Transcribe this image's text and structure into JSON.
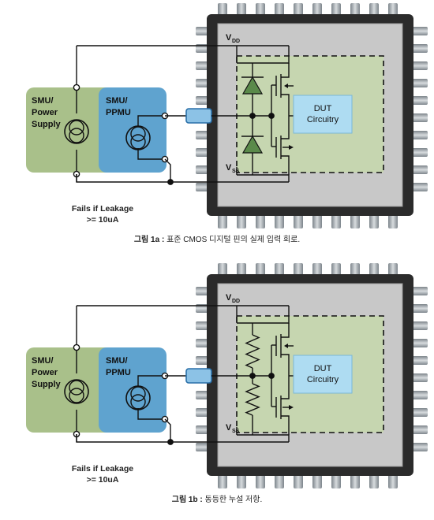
{
  "figures": [
    {
      "id": "1a",
      "smu_power_supply_label": [
        "SMU/",
        "Power",
        "Supply"
      ],
      "smu_ppmu_label": [
        "SMU/",
        "PPMU"
      ],
      "vdd_label": "V",
      "vdd_sub": "DD",
      "vss_label": "V",
      "vss_sub": "SS",
      "dut_label": [
        "DUT",
        "Circuitry"
      ],
      "fail_label": [
        "Fails if Leakage",
        ">= 10uA"
      ],
      "caption_prefix": "그림 1a : ",
      "caption_text": "표준 CMOS 디지털 핀의 실제 입력 회로.",
      "protection": "diodes"
    },
    {
      "id": "1b",
      "smu_power_supply_label": [
        "SMU/",
        "Power",
        "Supply"
      ],
      "smu_ppmu_label": [
        "SMU/",
        "PPMU"
      ],
      "vdd_label": "V",
      "vdd_sub": "DD",
      "vss_label": "V",
      "vss_sub": "SS",
      "dut_label": [
        "DUT",
        "Circuitry"
      ],
      "fail_label": [
        "Fails if Leakage",
        ">= 10uA"
      ],
      "caption_prefix": "그림 1b : ",
      "caption_text": "동등한 누설 저항.",
      "protection": "resistors"
    }
  ],
  "colors": {
    "chip_body": "#2b2b2b",
    "chip_die": "#c8c8c8",
    "core_area": "#c6d6b0",
    "power_supply_box": "#a9c08a",
    "ppmu_box": "#5fa3cf",
    "dut_box": "#aedcf2",
    "probe_box": "#8cc2e6",
    "diode_fill": "#5a8a4a",
    "pin_silver": "#9aa2a8",
    "wire": "#111111"
  }
}
